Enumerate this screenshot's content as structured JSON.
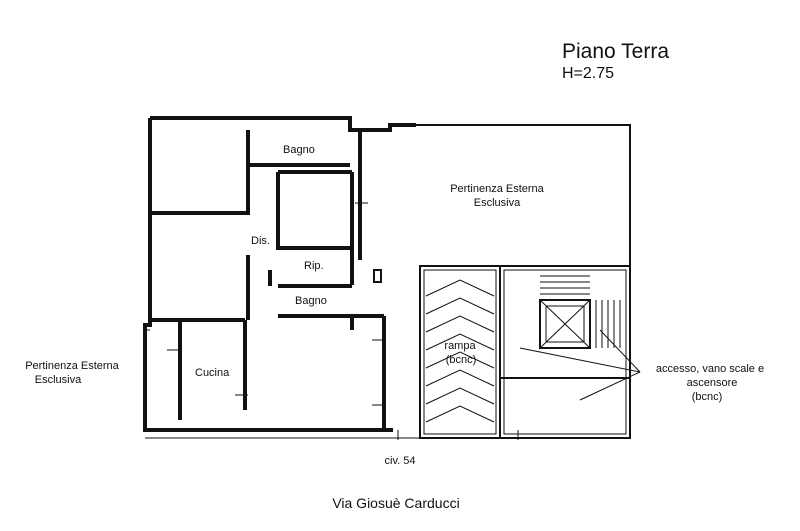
{
  "title": "Piano Terra",
  "height_label": "H=2.75",
  "rooms": {
    "bagno_1": "Bagno",
    "dis": "Dis.",
    "rip": "Rip.",
    "bagno_2": "Bagno",
    "cucina": "Cucina"
  },
  "pertinenza_right": {
    "line1": "Pertinenza Esterna",
    "line2": "Esclusiva"
  },
  "pertinenza_left": {
    "line1": "Pertinenza Esterna",
    "line2": "Esclusiva"
  },
  "rampa": {
    "line1": "rampa",
    "line2": "(bcnc)"
  },
  "accesso": {
    "line1": "accesso, vano scale e",
    "line2": "ascensore",
    "line3": "(bcnc)"
  },
  "civ": "civ. 54",
  "street": "Via Giosuè Carducci"
}
